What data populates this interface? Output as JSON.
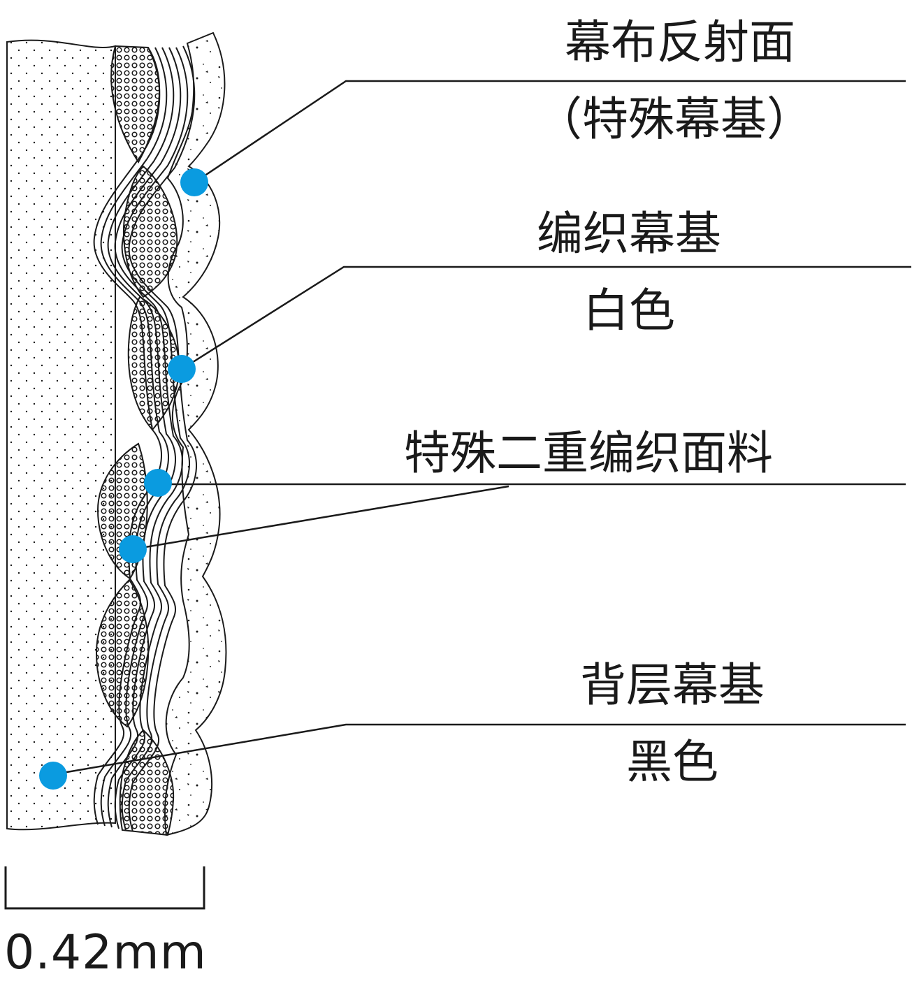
{
  "colors": {
    "ink": "#1a1a1a",
    "marker": "#0a9be0",
    "background": "#ffffff"
  },
  "callouts": [
    {
      "id": "reflective-surface",
      "title": "幕布反射面",
      "subtitle": "（特殊幕基）"
    },
    {
      "id": "woven-base",
      "title": "编织幕基",
      "subtitle": "白色"
    },
    {
      "id": "double-woven-fabric",
      "title": "特殊二重编织面料",
      "subtitle": ""
    },
    {
      "id": "backing-base",
      "title": "背层幕基",
      "subtitle": "黑色"
    }
  ],
  "scale": {
    "label": "0.42mm"
  }
}
